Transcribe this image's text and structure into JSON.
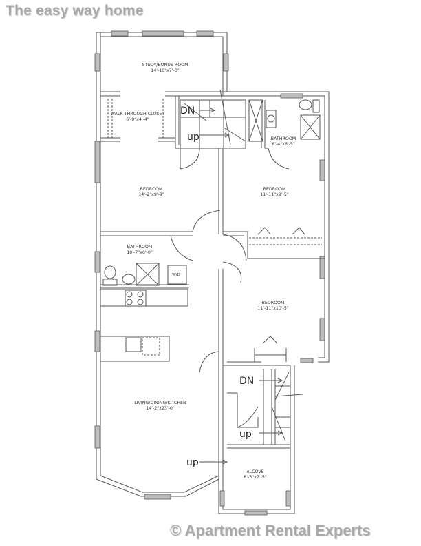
{
  "header": {
    "tagline": "The easy way home"
  },
  "footer": {
    "copyright": "© Apartment Rental Experts"
  },
  "floorplan": {
    "rooms": [
      {
        "name": "STUDY/BONUS ROOM",
        "size": "14'-10\"x7'-0\""
      },
      {
        "name": "WALK THROUGH CLOSET",
        "size": "6'-9\"x4'-4\""
      },
      {
        "name": "BATHROOM",
        "size": "6'-4\"x6'-5\""
      },
      {
        "name": "BEDROOM",
        "size": "14'-2\"x9'-9\""
      },
      {
        "name": "BEDROOM",
        "size": "11'-11\"x9'-5\""
      },
      {
        "name": "BATHROOM",
        "size": "10'-7\"x6'-0\""
      },
      {
        "name": "BEDROOM",
        "size": "11'-11\"x10'-5\""
      },
      {
        "name": "LIVING/DINING/KITCHEN",
        "size": "14'-2\"x23'-0\""
      },
      {
        "name": "ALCOVE",
        "size": "8'-3\"x7'-5\""
      }
    ],
    "stair_labels": {
      "dn_top": "DN",
      "up_top": "up",
      "dn_bottom": "DN",
      "up_bottom": "up",
      "up_living": "up"
    },
    "appliance_labels": {
      "washer_dryer": "W/D"
    },
    "colors": {
      "wall": "#555555",
      "window": "#9a9a9a",
      "text_watermark": "#a9a9a9"
    }
  }
}
